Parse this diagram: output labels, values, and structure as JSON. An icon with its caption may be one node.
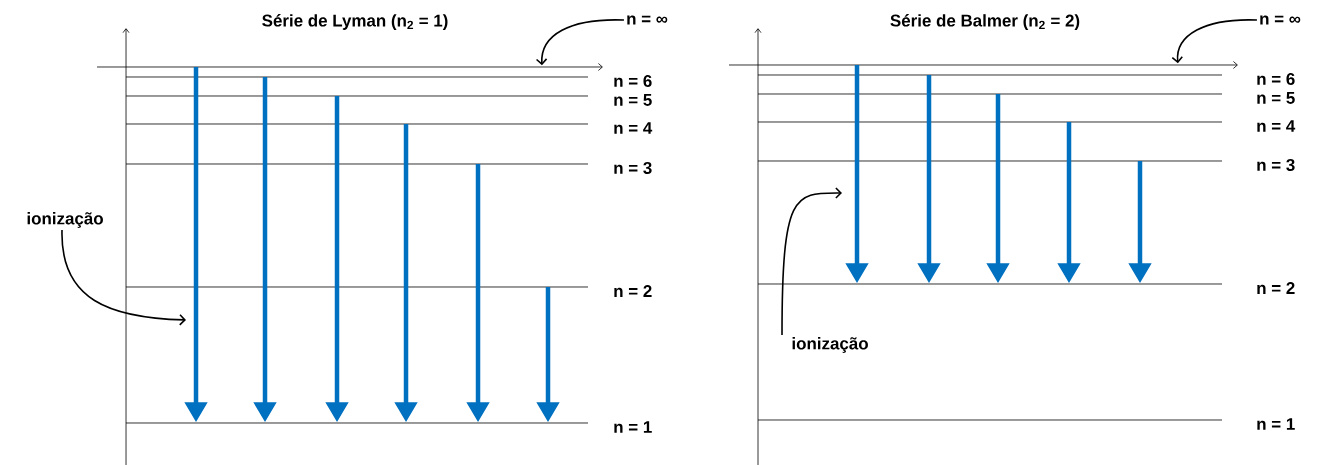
{
  "diagram": {
    "nodes": [
      {
        "text": [],
        "shape": "bar"
      },
      {
        "text": [],
        "shape": "bar"
      },
      {
        "text": [],
        "shape": "bar"
      },
      {
        "text": [],
        "shape": "bar"
      },
      {
        "text": [],
        "shape": "bar"
      },
      {
        "text": [],
        "shape": "bar"
      },
      {
        "text": [],
        "shape": "bar"
      },
      {
        "text": [
          "n = ∞"
        ]
      },
      {
        "text": [
          "ionização"
        ]
      },
      {
        "text": [],
        "shape": "bar"
      },
      {
        "text": [],
        "shape": "bar"
      },
      {
        "text": [],
        "shape": "bar"
      },
      {
        "text": [],
        "shape": "bar"
      },
      {
        "text": [],
        "shape": "bar"
      },
      {
        "text": [],
        "shape": "bar"
      },
      {
        "text": [],
        "shape": "bar"
      },
      {
        "text": [
          "n = ∞"
        ]
      },
      {
        "text": [
          "ionização"
        ]
      }
    ],
    "edges": [
      {
        "from": 0,
        "to": 6,
        "arrow": "to"
      },
      {
        "from": 1,
        "to": 6,
        "arrow": "to"
      },
      {
        "from": 2,
        "to": 6,
        "arrow": "to"
      },
      {
        "from": 3,
        "to": 6,
        "arrow": "to"
      },
      {
        "from": 4,
        "to": 6,
        "arrow": "to"
      },
      {
        "from": 5,
        "to": 6,
        "arrow": "to"
      },
      {
        "from": 7,
        "to": 0,
        "arrow": "to",
        "color": "#000000"
      },
      {
        "from": 8,
        "to": null,
        "arrow": "to",
        "color": "#000000"
      },
      {
        "from": 9,
        "to": 14,
        "arrow": "to"
      },
      {
        "from": 10,
        "to": 14,
        "arrow": "to"
      },
      {
        "from": 11,
        "to": 14,
        "arrow": "to"
      },
      {
        "from": 12,
        "to": 14,
        "arrow": "to"
      },
      {
        "from": 13,
        "to": 14,
        "arrow": "to"
      },
      {
        "from": 16,
        "to": 9,
        "arrow": "to",
        "color": "#000000"
      },
      {
        "from": 17,
        "to": null,
        "arrow": "to",
        "color": "#000000"
      }
    ],
    "labels": [
      "Série de Lyman (n$_{2}$ = 1)",
      "Série de Balmer (n$_{2}$ = 2)",
      "n = 6",
      "n = 5",
      "n = 4",
      "n = 3",
      "n = 2",
      "n = 1",
      "n = 6",
      "n = 5",
      "n = 4",
      "n = 3",
      "n = 2",
      "n = 1"
    ]
  }
}
